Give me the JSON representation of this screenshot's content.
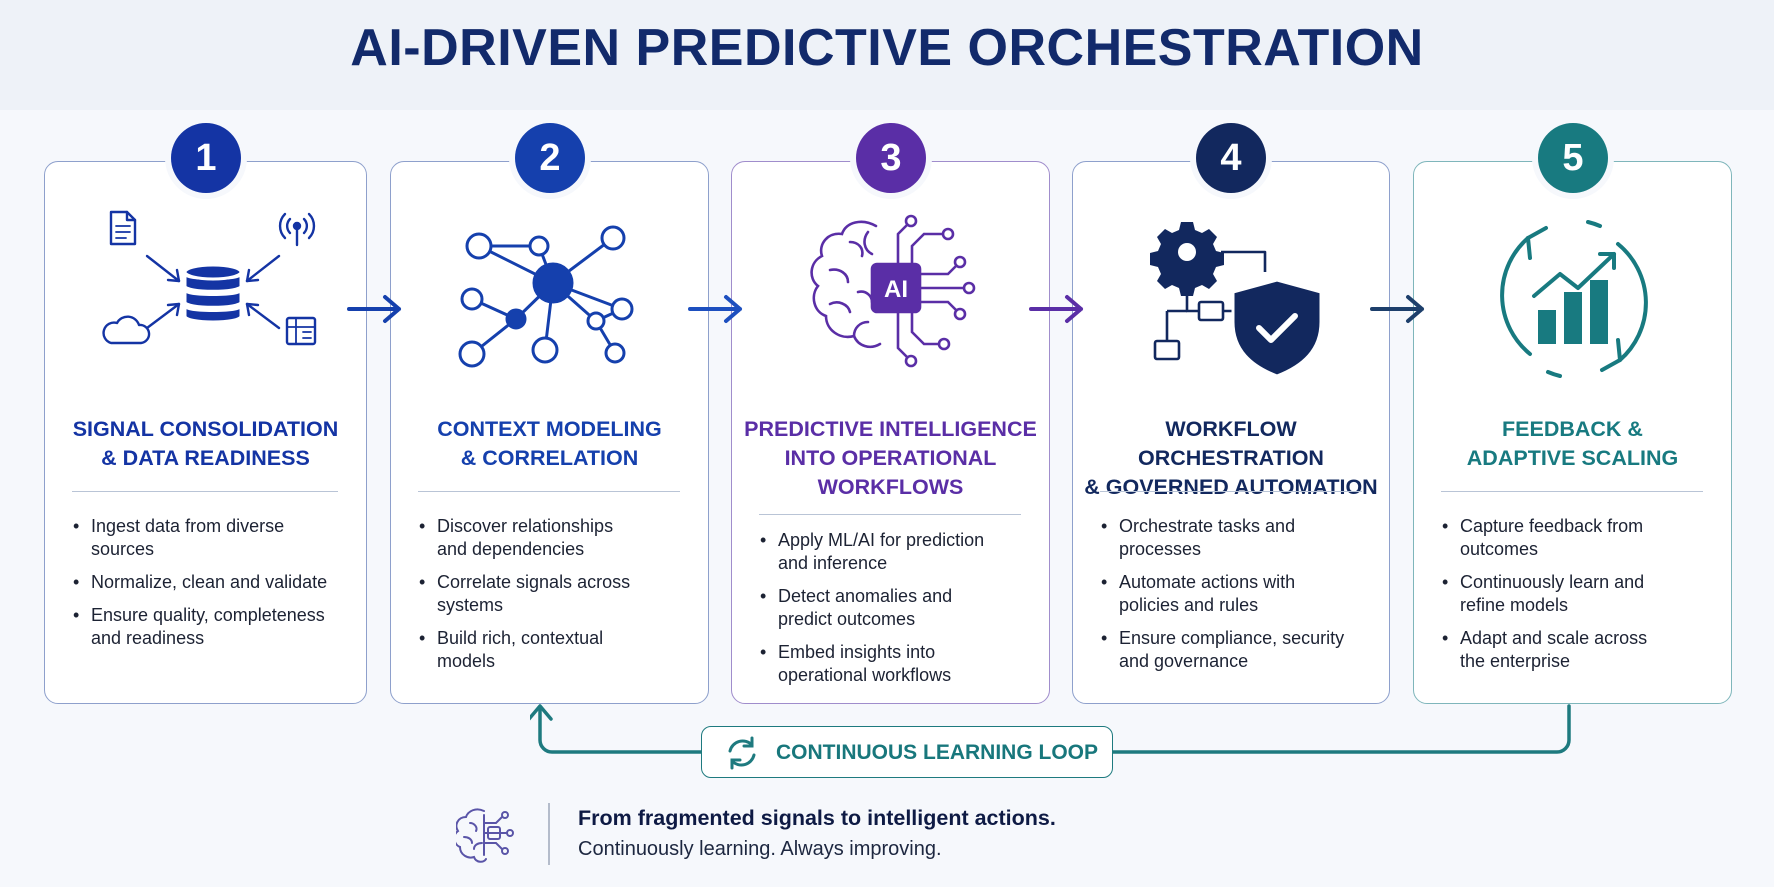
{
  "title": "AI-DRIVEN PREDICTIVE ORCHESTRATION",
  "colors": {
    "step1": "#1434a4",
    "step2": "#1540ad",
    "step3": "#5a2ea6",
    "step4": "#12285e",
    "step5": "#187a80",
    "loop": "#1e7a7f"
  },
  "steps": [
    {
      "number": "1",
      "icon": "database-sources-icon",
      "title": [
        "SIGNAL CONSOLIDATION",
        "& DATA READINESS"
      ],
      "bullets": [
        [
          "Ingest data from diverse",
          "sources"
        ],
        [
          "Normalize, clean and validate"
        ],
        [
          "Ensure quality, completeness",
          "and readiness"
        ]
      ]
    },
    {
      "number": "2",
      "icon": "network-graph-icon",
      "title": [
        "CONTEXT MODELING",
        "& CORRELATION"
      ],
      "bullets": [
        [
          "Discover relationships",
          "and dependencies"
        ],
        [
          "Correlate signals across",
          "systems"
        ],
        [
          "Build rich, contextual",
          "models"
        ]
      ]
    },
    {
      "number": "3",
      "icon": "ai-brain-icon",
      "title": [
        "PREDICTIVE INTELLIGENCE",
        "INTO OPERATIONAL",
        "WORKFLOWS"
      ],
      "bullets": [
        [
          "Apply ML/AI for prediction",
          "and inference"
        ],
        [
          "Detect anomalies and",
          "predict outcomes"
        ],
        [
          "Embed insights into",
          "operational workflows"
        ]
      ]
    },
    {
      "number": "4",
      "icon": "gear-workflow-shield-icon",
      "title": [
        "WORKFLOW ORCHESTRATION",
        "& GOVERNED AUTOMATION"
      ],
      "bullets": [
        [
          "Orchestrate tasks and",
          "processes"
        ],
        [
          "Automate actions with",
          "policies and rules"
        ],
        [
          "Ensure compliance, security",
          "and governance"
        ]
      ]
    },
    {
      "number": "5",
      "icon": "growth-cycle-icon",
      "title": [
        "FEEDBACK &",
        "ADAPTIVE SCALING"
      ],
      "bullets": [
        [
          "Capture feedback from",
          "outcomes"
        ],
        [
          "Continuously learn and",
          "refine models"
        ],
        [
          "Adapt and scale across",
          "the enterprise"
        ]
      ]
    }
  ],
  "loop_label": "CONTINUOUS LEARNING LOOP",
  "footer": {
    "headline": "From fragmented signals to intelligent actions.",
    "tagline": "Continuously learning. Always improving."
  }
}
